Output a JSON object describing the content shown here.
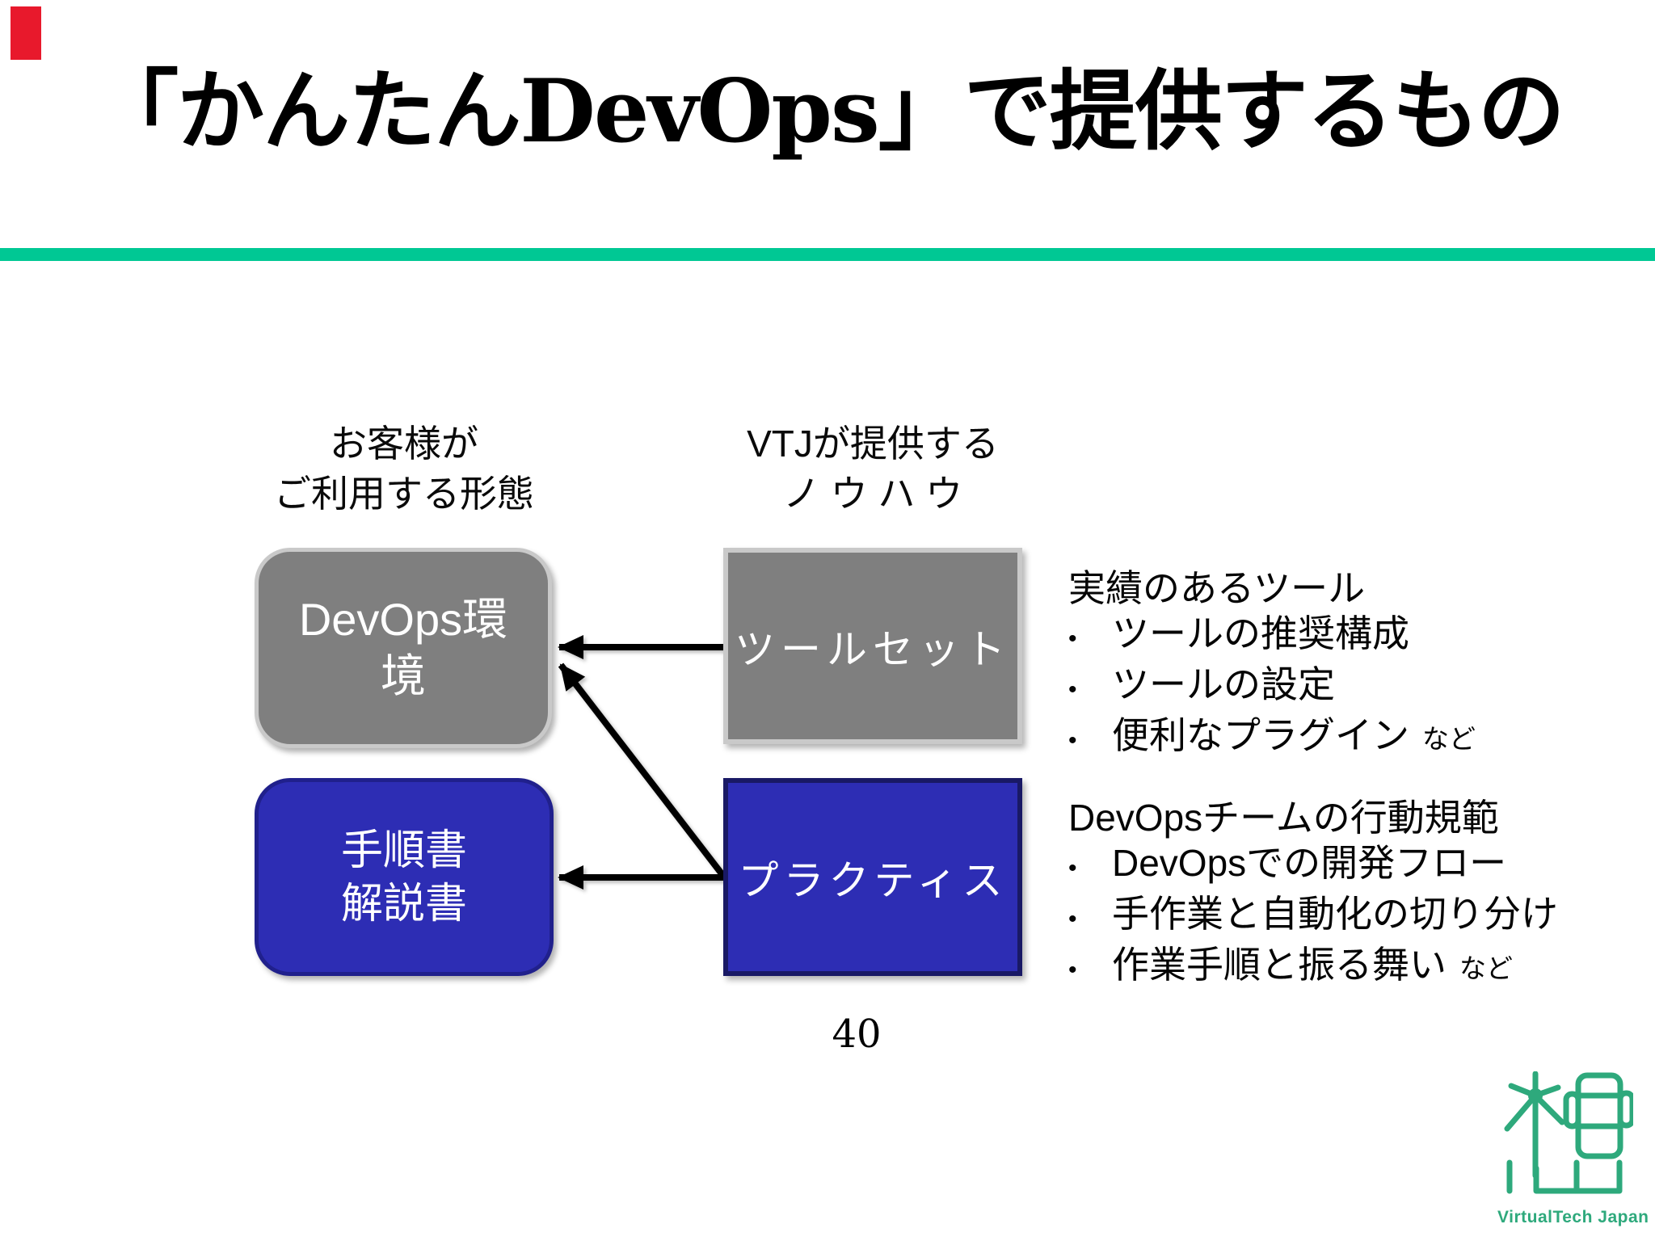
{
  "title": "「かんたんDevOps」で提供するもの",
  "columns": {
    "customer": {
      "header": "お客様が\nご利用する形態"
    },
    "vtj": {
      "header": "VTJが提供する\nノ ウ ハ ウ"
    }
  },
  "boxes": {
    "devops_env": {
      "label": "DevOps環\n境"
    },
    "toolset": {
      "label": "ツールセット"
    },
    "manuals": {
      "label": "手順書\n解説書"
    },
    "practices": {
      "label": "プラクティス"
    }
  },
  "annotations": {
    "toolset_notes": {
      "heading": "実績のあるツール",
      "items": [
        "ツールの推奨構成",
        "ツールの設定",
        "便利なプラグイン"
      ],
      "suffix": "など"
    },
    "practice_notes": {
      "heading": "DevOpsチームの行動規範",
      "items": [
        "DevOpsでの開発フロー",
        "手作業と自動化の切り分け",
        "作業手順と振る舞い"
      ],
      "suffix": "など"
    }
  },
  "ui": {
    "bullet": "•"
  },
  "page_number": "40",
  "logo": {
    "text": "VirtualTech Japan"
  },
  "colors": {
    "divider_green": "#00c894",
    "logo_green": "#2ea97c",
    "box_gray": "#7f7f7f",
    "box_blue": "#2d2db4",
    "corner_red": "#e8192c",
    "arrow_black": "#000000"
  }
}
